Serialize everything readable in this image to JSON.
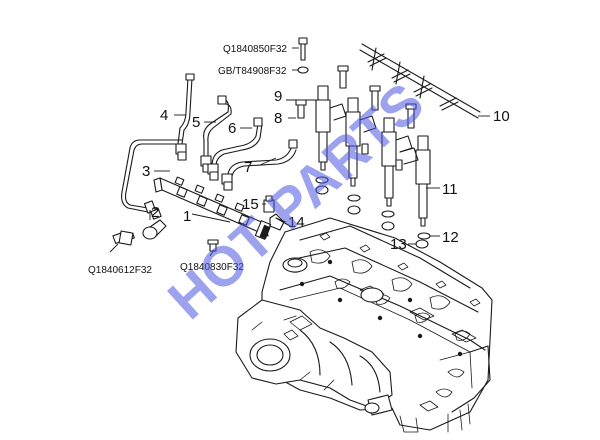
{
  "callouts": {
    "c1": "1",
    "c2": "2",
    "c3": "3",
    "c4": "4",
    "c5": "5",
    "c6": "6",
    "c7": "7",
    "c8": "8",
    "c9": "9",
    "c10": "10",
    "c11": "11",
    "c12": "12",
    "c13": "13",
    "c14": "14",
    "c15": "15"
  },
  "part_codes": {
    "bolt_top": "Q1840850F32",
    "washer_top": "GB/T84908F32",
    "bolt_bracket": "Q1840612F32",
    "bolt_rail": "Q1840830F32"
  },
  "watermark": "HOT PARTS"
}
